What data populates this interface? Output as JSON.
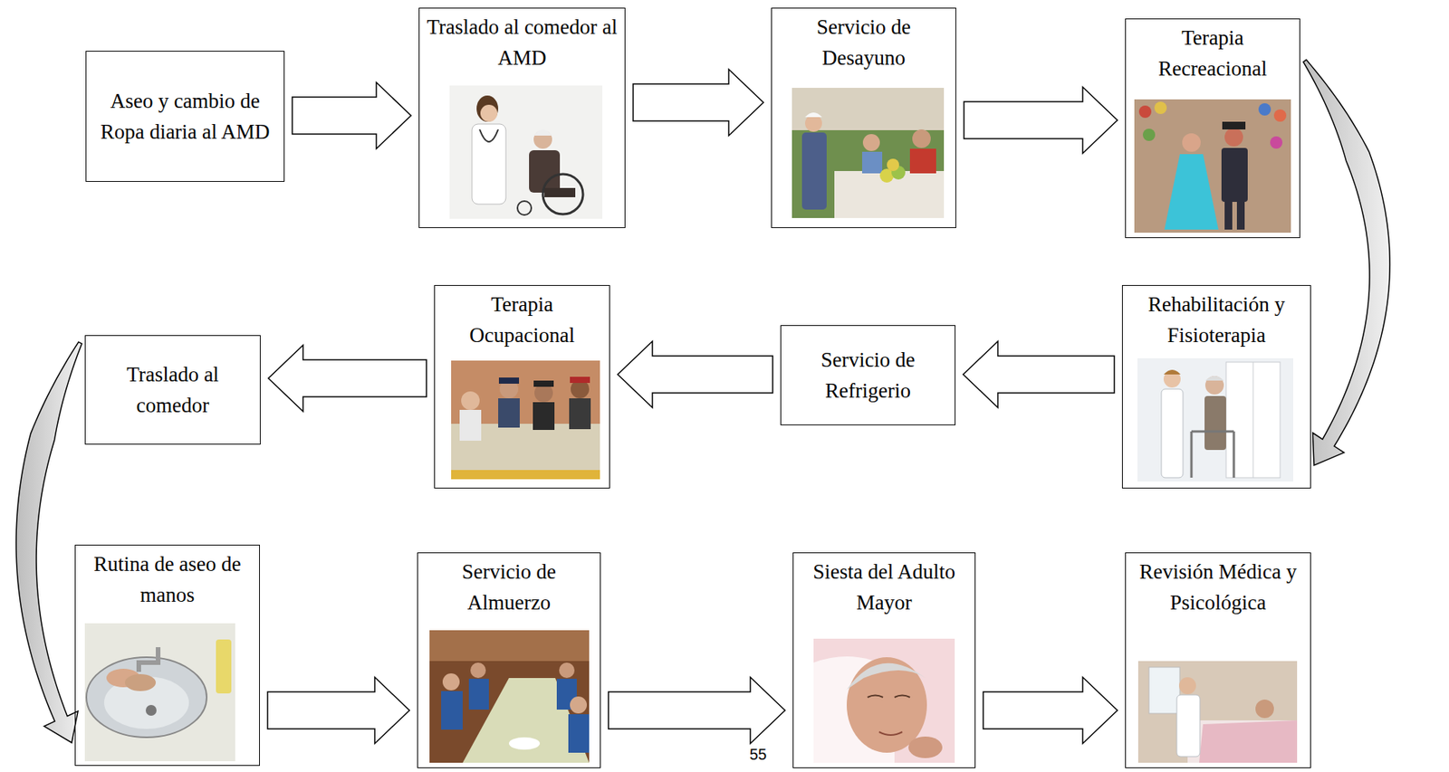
{
  "diagram": {
    "nodes": [
      {
        "text": [
          "Aseo y cambio de Ropa diaria al AMD"
        ]
      },
      {
        "text": [
          "Traslado al comedor al AMD"
        ]
      },
      {
        "text": [
          "Servicio de Desayuno"
        ]
      },
      {
        "text": [
          "Terapia Recreacional"
        ]
      },
      {
        "text": [
          "Rehabilitación y Fisioterapia"
        ]
      },
      {
        "text": [
          "Servicio de Refrigerio"
        ]
      },
      {
        "text": [
          "Terapia Ocupacional"
        ]
      },
      {
        "text": [
          "Traslado al comedor"
        ]
      },
      {
        "text": [
          "Rutina de aseo de manos"
        ]
      },
      {
        "text": [
          "Servicio de Almuerzo"
        ]
      },
      {
        "text": [
          "Siesta del Adulto Mayor"
        ]
      },
      {
        "text": [
          "Revisión Médica y Psicológica"
        ]
      }
    ],
    "edges": [
      {
        "from": 0,
        "to": 1,
        "arrow": "to"
      },
      {
        "from": 1,
        "to": 2,
        "arrow": "to"
      },
      {
        "from": 2,
        "to": 3,
        "arrow": "to"
      },
      {
        "from": 3,
        "to": 4,
        "arrow": "to"
      },
      {
        "from": 4,
        "to": 5,
        "arrow": "to"
      },
      {
        "from": 5,
        "to": 6,
        "arrow": "to"
      },
      {
        "from": 6,
        "to": 7,
        "arrow": "to"
      },
      {
        "from": 7,
        "to": 8,
        "arrow": "to"
      },
      {
        "from": 8,
        "to": 9,
        "arrow": "to"
      },
      {
        "from": 9,
        "to": 10,
        "arrow": "to"
      },
      {
        "from": 10,
        "to": 11,
        "arrow": "to"
      }
    ],
    "labels": [
      "55"
    ]
  }
}
